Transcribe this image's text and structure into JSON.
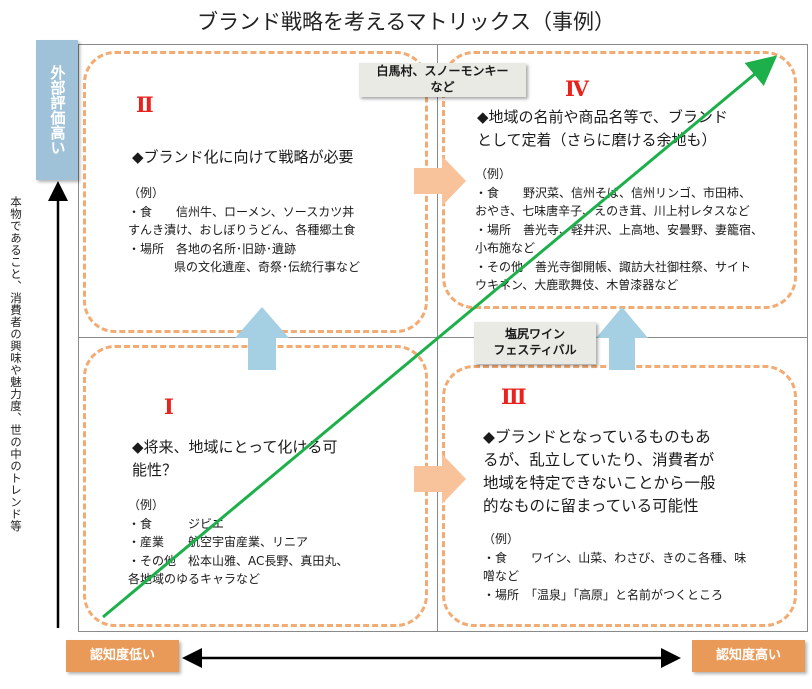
{
  "title": "ブランド戦略を考えるマトリックス（事例）",
  "y_axis": {
    "high_label": "外部評価高い",
    "description": "本物であること、消費者の興味や魅力度、世の中のトレンド等"
  },
  "x_axis": {
    "low_label": "認知度低い",
    "high_label": "認知度高い"
  },
  "quadrants": {
    "q2": {
      "numeral": "Ⅱ",
      "heading": "◆ブランド化に向けて戦略が必要",
      "example_label": "（例）",
      "lines": [
        "・食　　信州牛、ローメン、ソースカツ丼",
        "すんき漬け、おしぼりうどん、各種郷土食",
        "・場所　各地の名所･旧跡･遺跡"
      ],
      "indent_line": "県の文化遺産、奇祭･伝統行事など"
    },
    "q4": {
      "numeral": "Ⅳ",
      "heading_line1": "◆地域の名前や商品名等で、ブランド",
      "heading_line2": "として定着（さらに磨ける余地も）",
      "example_label": "（例）",
      "lines": [
        "・食　　野沢菜、信州そば、信州リンゴ、市田柿、",
        "おやき、七味唐辛子、えのき茸、川上村レタスなど",
        "・場所　善光寺、軽井沢、上高地、安曇野、妻籠宿、",
        "小布施など",
        "・その他　善光寺御開帳、諏訪大社御柱祭、サイト",
        "ウキネン、大鹿歌舞伎、木曽漆器など"
      ]
    },
    "q1": {
      "numeral": "Ⅰ",
      "heading_line1": "◆将来、地域にとって化ける可",
      "heading_line2": "能性？",
      "example_label": "（例）",
      "lines": [
        "・食　　　ジビエ",
        "・産業　　航空宇宙産業、リニア",
        "・その他　松本山雅、AC長野、真田丸、",
        "各地域のゆるキャラなど"
      ]
    },
    "q3": {
      "numeral": "Ⅲ",
      "heading_lines": [
        "◆ブランドとなっているものもあ",
        "るが、乱立していたり、消費者が",
        "地域を特定できないことから一般",
        "的なものに留まっている可能性"
      ],
      "example_label": "（例）",
      "lines": [
        "・食　　ワイン、山菜、わさび、きのこ各種、味",
        "噌など",
        "・場所　「温泉」「高原」と名前がつくところ"
      ]
    }
  },
  "callouts": {
    "shirouma_line1": "白馬村、スノーモンキー",
    "shirouma_line2": "など",
    "shiojiri_line1": "塩尻ワイン",
    "shiojiri_line2": "フェスティバル"
  },
  "colors": {
    "dashed_border": "#f2ab72",
    "numeral": "#e8221c",
    "arrow_blue": "#a5cfe2",
    "arrow_orange": "#f8c29a",
    "trend_line": "#1db04a",
    "axis_box_blue": "#9fc2d8",
    "axis_box_orange": "#ea9a58"
  }
}
